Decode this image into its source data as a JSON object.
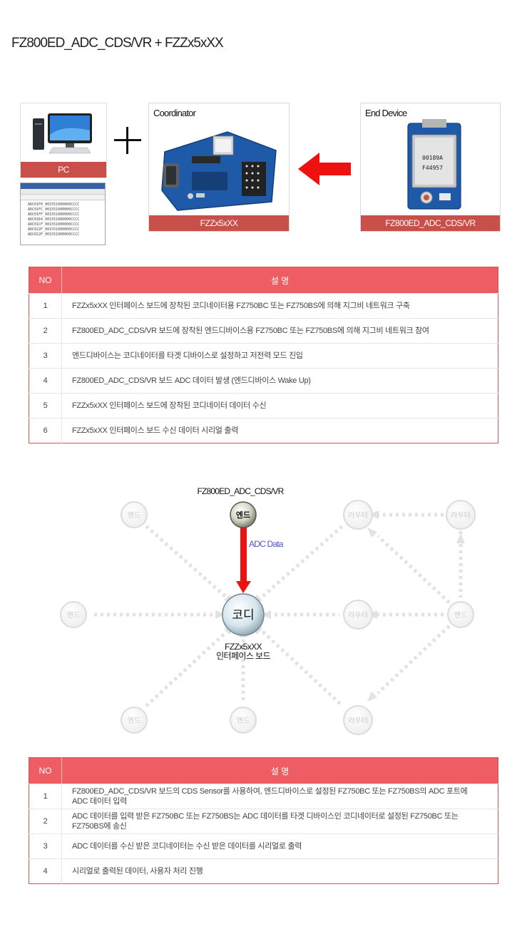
{
  "page": {
    "title": "FZ800ED_ADC_CDS/VR + FZZx5xXX"
  },
  "devices": {
    "pc": {
      "caption": "PC"
    },
    "coordinator": {
      "label": "Coordinator",
      "caption": "FZZx5xXX"
    },
    "end_device": {
      "label": "End Device",
      "caption": "FZ800ED_ADC_CDS/VR"
    },
    "module_chip_lines": [
      "00189A",
      "F44957"
    ],
    "terminal_lines": [
      "ADC01F0_001551000000CCCC",
      "ADC01FC_001551000000CCCC",
      "ADC01FF_001551000000CCCC",
      "ADC01E4_001551000000CCCC",
      "ADC01CF_001551000000CCCC",
      "ADC022F_001551000000CCCC",
      "ADC022F_001551000000CCCC"
    ]
  },
  "table1": {
    "header_no": "NO",
    "header_desc": "설  명",
    "rows": [
      {
        "no": "1",
        "desc": "FZZx5xXX 인터페이스 보드에 장착된 코디네이터용 FZ750BC 또는 FZ750BS에 의해 지그비 네트워크 구축"
      },
      {
        "no": "2",
        "desc": "FZ800ED_ADC_CDS/VR 보드에 장착된 엔드디바이스용 FZ750BC 또는 FZ750BS에 의해 지그비 네트워크 참여"
      },
      {
        "no": "3",
        "desc": "엔드디바이스는 코디네이터를 타겟 디바이스로 설정하고 저전력 모드 진입"
      },
      {
        "no": "4",
        "desc": "FZ800ED_ADC_CDS/VR 보드 ADC 데이터 발생 (엔드디바이스 Wake Up)"
      },
      {
        "no": "5",
        "desc": "FZZx5xXX 인터페이스 보드에 장착된 코디네이터 데이터 수신"
      },
      {
        "no": "6",
        "desc": "FZZx5xXX 인터페이스 보드 수신 데이터 시리얼 출력"
      }
    ]
  },
  "network": {
    "top_label": "FZ800ED_ADC_CDS/VR",
    "end_node": "엔드",
    "arrow_label": "ADC Data",
    "coordinator_node": "코디",
    "coordinator_caption_line1": "FZZx5xXX",
    "coordinator_caption_line2": "인터페이스 보드",
    "faded_end": "엔드",
    "faded_router": "라우터"
  },
  "table2": {
    "header_no": "NO",
    "header_desc": "설  명",
    "rows": [
      {
        "no": "1",
        "desc": "FZ800ED_ADC_CDS/VR 보드의 CDS Sensor를 사용하여, 엔드디바이스로 설정된 FZ750BC 또는 FZ750BS의 ADC 포트에 ADC 데이터 입력"
      },
      {
        "no": "2",
        "desc": "ADC 데이터를 입력 받은 FZ750BC 또는 FZ750BS는 ADC 데이터를 타겟 디바이스인 코디네이터로 설정된 FZ750BC 또는 FZ750BS에 송신"
      },
      {
        "no": "3",
        "desc": "ADC 데이터를 수신 받은 코디네이터는 수신 받은 데이터를 시리얼로 출력"
      },
      {
        "no": "4",
        "desc": "시리얼로 출력된 데이터, 사용자 처리 진행"
      }
    ]
  },
  "colors": {
    "caption_bar": "#c9504a",
    "table_header": "#ef5d64",
    "arrow_red": "#ee1111",
    "adc_label": "#4a55c4",
    "faded_node": "#c8c8c8"
  }
}
